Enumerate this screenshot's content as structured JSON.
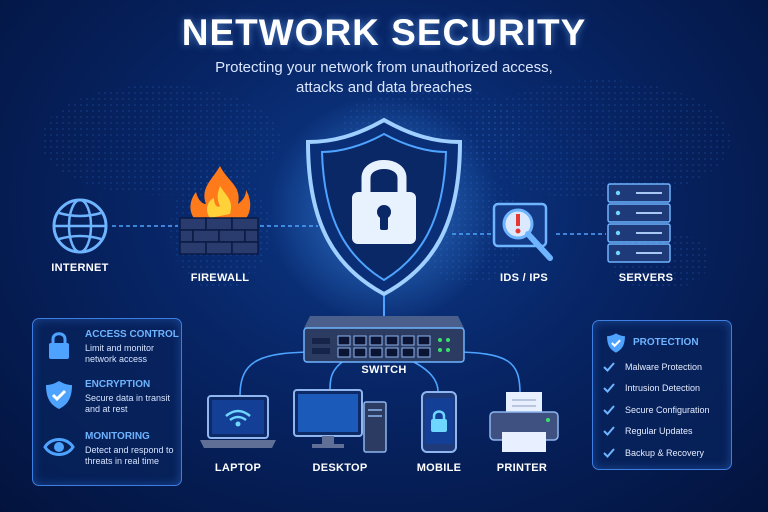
{
  "header": {
    "title": "NETWORK SECURITY",
    "subtitle_line1": "Protecting your network from unauthorized access,",
    "subtitle_line2": "attacks and data breaches"
  },
  "nodes": {
    "internet": "INTERNET",
    "firewall": "FIREWALL",
    "ids": "IDS / IPS",
    "servers": "SERVERS",
    "switch": "SWITCH",
    "laptop": "LAPTOP",
    "desktop": "DESKTOP",
    "mobile": "MOBILE",
    "printer": "PRINTER"
  },
  "left_panel": {
    "items": [
      {
        "icon": "lock-icon",
        "title": "ACCESS CONTROL",
        "line1": "Limit and monitor",
        "line2": "network access"
      },
      {
        "icon": "shield-check-icon",
        "title": "ENCRYPTION",
        "line1": "Secure data in transit",
        "line2": "and at rest"
      },
      {
        "icon": "eye-icon",
        "title": "MONITORING",
        "line1": "Detect and respond to",
        "line2": "threats in real time"
      }
    ]
  },
  "right_panel": {
    "icon": "shield-check-icon",
    "title": "PROTECTION",
    "items": [
      "Malware Protection",
      "Intrusion Detection",
      "Secure Configuration",
      "Regular Updates",
      "Backup & Recovery"
    ]
  },
  "colors": {
    "accent": "#4da3ff",
    "panel_title": "#6fb4ff",
    "flame": "#ff7a1a",
    "alert": "#e53935",
    "background": "#072464"
  }
}
